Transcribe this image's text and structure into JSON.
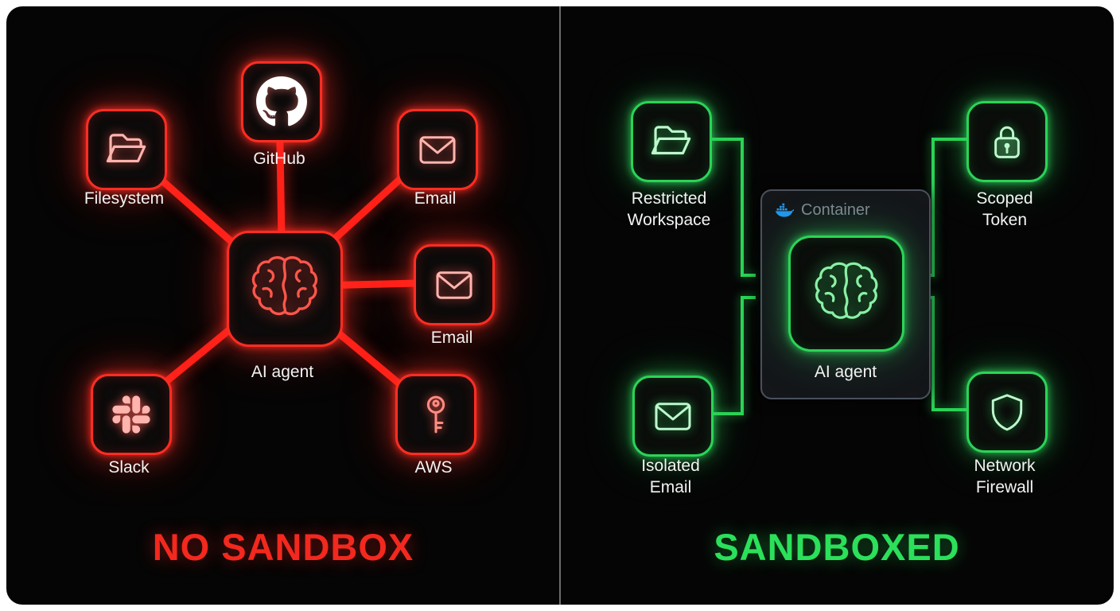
{
  "left": {
    "title": "NO SANDBOX",
    "center": {
      "label": "AI agent",
      "icon": "brain-icon"
    },
    "nodes": [
      {
        "id": "filesystem",
        "label": "Filesystem",
        "icon": "folder-icon"
      },
      {
        "id": "github",
        "label": "GitHub",
        "icon": "github-icon"
      },
      {
        "id": "email-top",
        "label": "Email",
        "icon": "envelope-icon"
      },
      {
        "id": "email-right",
        "label": "Email",
        "icon": "envelope-icon"
      },
      {
        "id": "aws",
        "label": "AWS",
        "icon": "key-icon"
      },
      {
        "id": "slack",
        "label": "Slack",
        "icon": "slack-icon"
      }
    ]
  },
  "right": {
    "title": "SANDBOXED",
    "container": {
      "label": "Container",
      "icon": "docker-icon"
    },
    "center": {
      "label": "AI agent",
      "icon": "brain-icon"
    },
    "nodes": [
      {
        "id": "restricted-workspace",
        "line1": "Restricted",
        "line2": "Workspace",
        "icon": "folder-icon"
      },
      {
        "id": "scoped-token",
        "line1": "Scoped",
        "line2": "Token",
        "icon": "lock-icon"
      },
      {
        "id": "isolated-email",
        "line1": "Isolated",
        "line2": "Email",
        "icon": "envelope-icon"
      },
      {
        "id": "network-firewall",
        "line1": "Network",
        "line2": "Firewall",
        "icon": "shield-icon"
      }
    ]
  },
  "colors": {
    "no_sandbox_red": "#ff2a1f",
    "sandboxed_green": "#2bd457",
    "docker_blue": "#2396ED"
  }
}
